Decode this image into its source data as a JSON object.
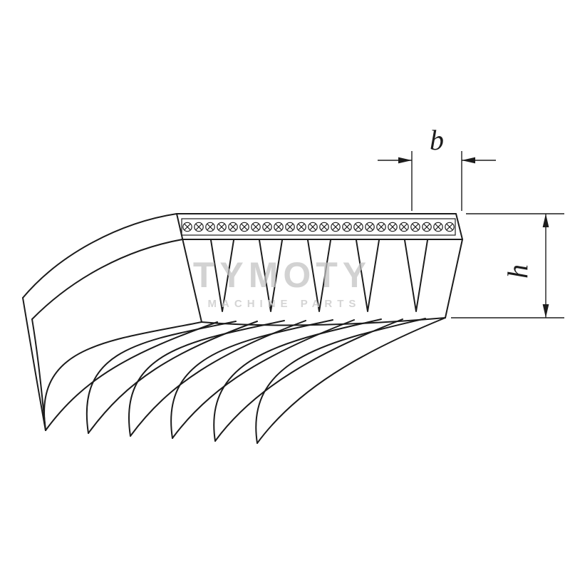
{
  "diagram": {
    "kind": "technical-line-drawing",
    "subject": "poly-v-ribbed-belt-profile",
    "rib_count": 6,
    "groove_count": 5,
    "labels": {
      "rib_width": "b",
      "belt_height": "h"
    },
    "watermark": {
      "brand": "TYMOTY",
      "tagline": "MACHINE PARTS"
    },
    "colors": {
      "line": "#1c1c1c",
      "background": "#ffffff",
      "watermark_gray": "#c2c2c2"
    }
  }
}
